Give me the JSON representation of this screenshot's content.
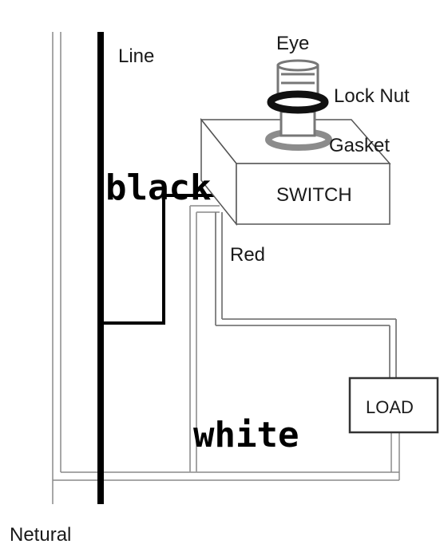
{
  "labels": {
    "line": "Line",
    "eye": "Eye",
    "lock_nut": "Lock Nut",
    "gasket": "Gasket",
    "switch": "SWITCH",
    "red": "Red",
    "load": "LOAD",
    "black": "black",
    "white": "white",
    "neutral": "Netural"
  },
  "colors": {
    "black_wire": "#000000",
    "white_wire": "#9a9a9a",
    "red_wire": "#7a7a7a",
    "gasket": "#8c8c8c",
    "lock_nut": "#111111"
  }
}
